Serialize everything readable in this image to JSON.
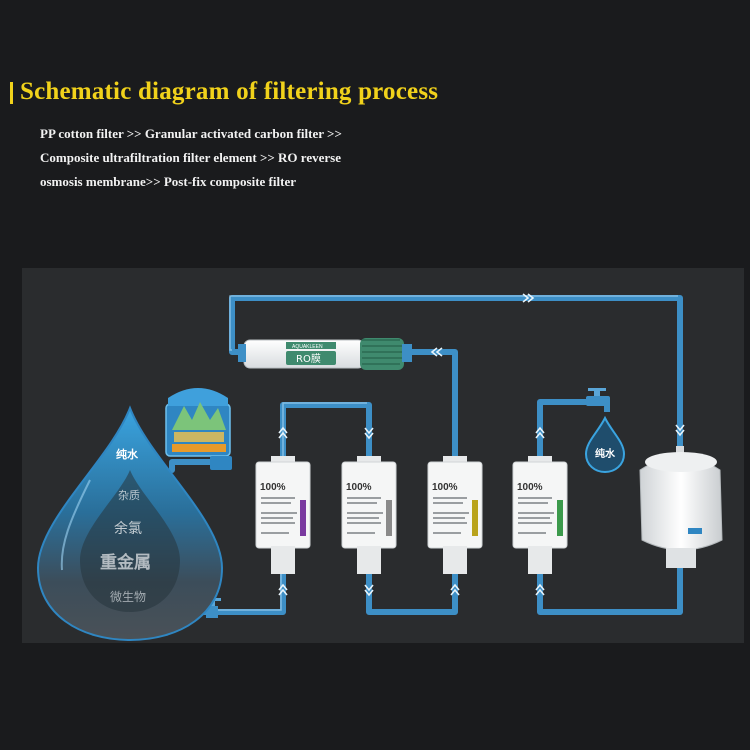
{
  "title": "Schematic diagram of filtering process",
  "description_lines": [
    "PP cotton filter >> Granular activated carbon filter >>",
    "Composite ultrafiltration filter element  >>  RO reverse",
    "osmosis membrane>>  Post-fix composite filter"
  ],
  "drop_labels": {
    "top": "纯水",
    "impurities": "杂质",
    "chlorine": "余氯",
    "heavy_metals": "重金属",
    "microbes": "微生物"
  },
  "ro_membrane": {
    "brand": "AQUAKLEEN",
    "label": "RO膜"
  },
  "pure_water_drop_label": "纯水",
  "filter_badge": "100%",
  "colors": {
    "title": "#f1d21b",
    "pipe": "#3d8fc6",
    "filter1_accent": "#7a3aa0",
    "filter2_accent": "#8a8a8a",
    "filter3_accent": "#b9a31c",
    "filter4_accent": "#3c9a4c",
    "ro_green": "#3f8a6e"
  }
}
